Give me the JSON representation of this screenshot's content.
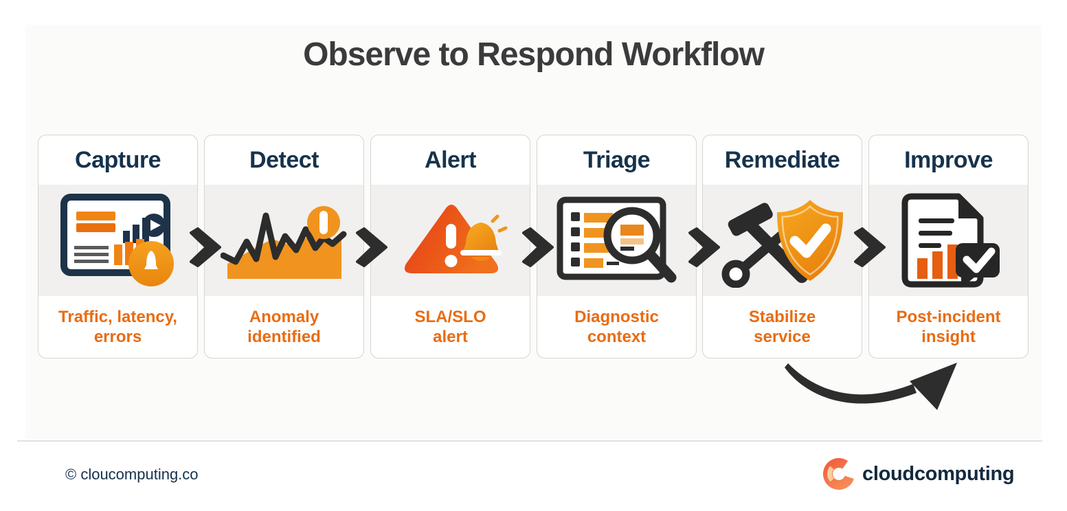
{
  "title": "Observe to Respond Workflow",
  "steps": [
    {
      "label": "Capture",
      "caption_line1": "Traffic, latency,",
      "caption_line2": "errors",
      "icon": "dashboard-metrics-icon"
    },
    {
      "label": "Detect",
      "caption_line1": "Anomaly",
      "caption_line2": "identified",
      "icon": "anomaly-spike-chart-icon"
    },
    {
      "label": "Alert",
      "caption_line1": "SLA/SLO",
      "caption_line2": "alert",
      "icon": "warning-triangle-bell-icon"
    },
    {
      "label": "Triage",
      "caption_line1": "Diagnostic",
      "caption_line2": "context",
      "icon": "log-magnifier-icon"
    },
    {
      "label": "Remediate",
      "caption_line1": "Stabilize",
      "caption_line2": "service",
      "icon": "tools-shield-check-icon"
    },
    {
      "label": "Improve",
      "caption_line1": "Post-incident",
      "caption_line2": "insight",
      "icon": "report-check-chart-icon"
    }
  ],
  "footer": {
    "copyright": "© cloucomputing.co",
    "brand_name": "cloudcomputing"
  },
  "colors": {
    "accent_orange": "#F0941F",
    "alert_red_orange": "#E8481D",
    "caption_orange": "#E86C12",
    "heading_navy": "#16334D",
    "title_gray": "#3B3B3B",
    "arrow_charcoal": "#2D2D2D",
    "logo_coral": "#F2603F"
  }
}
